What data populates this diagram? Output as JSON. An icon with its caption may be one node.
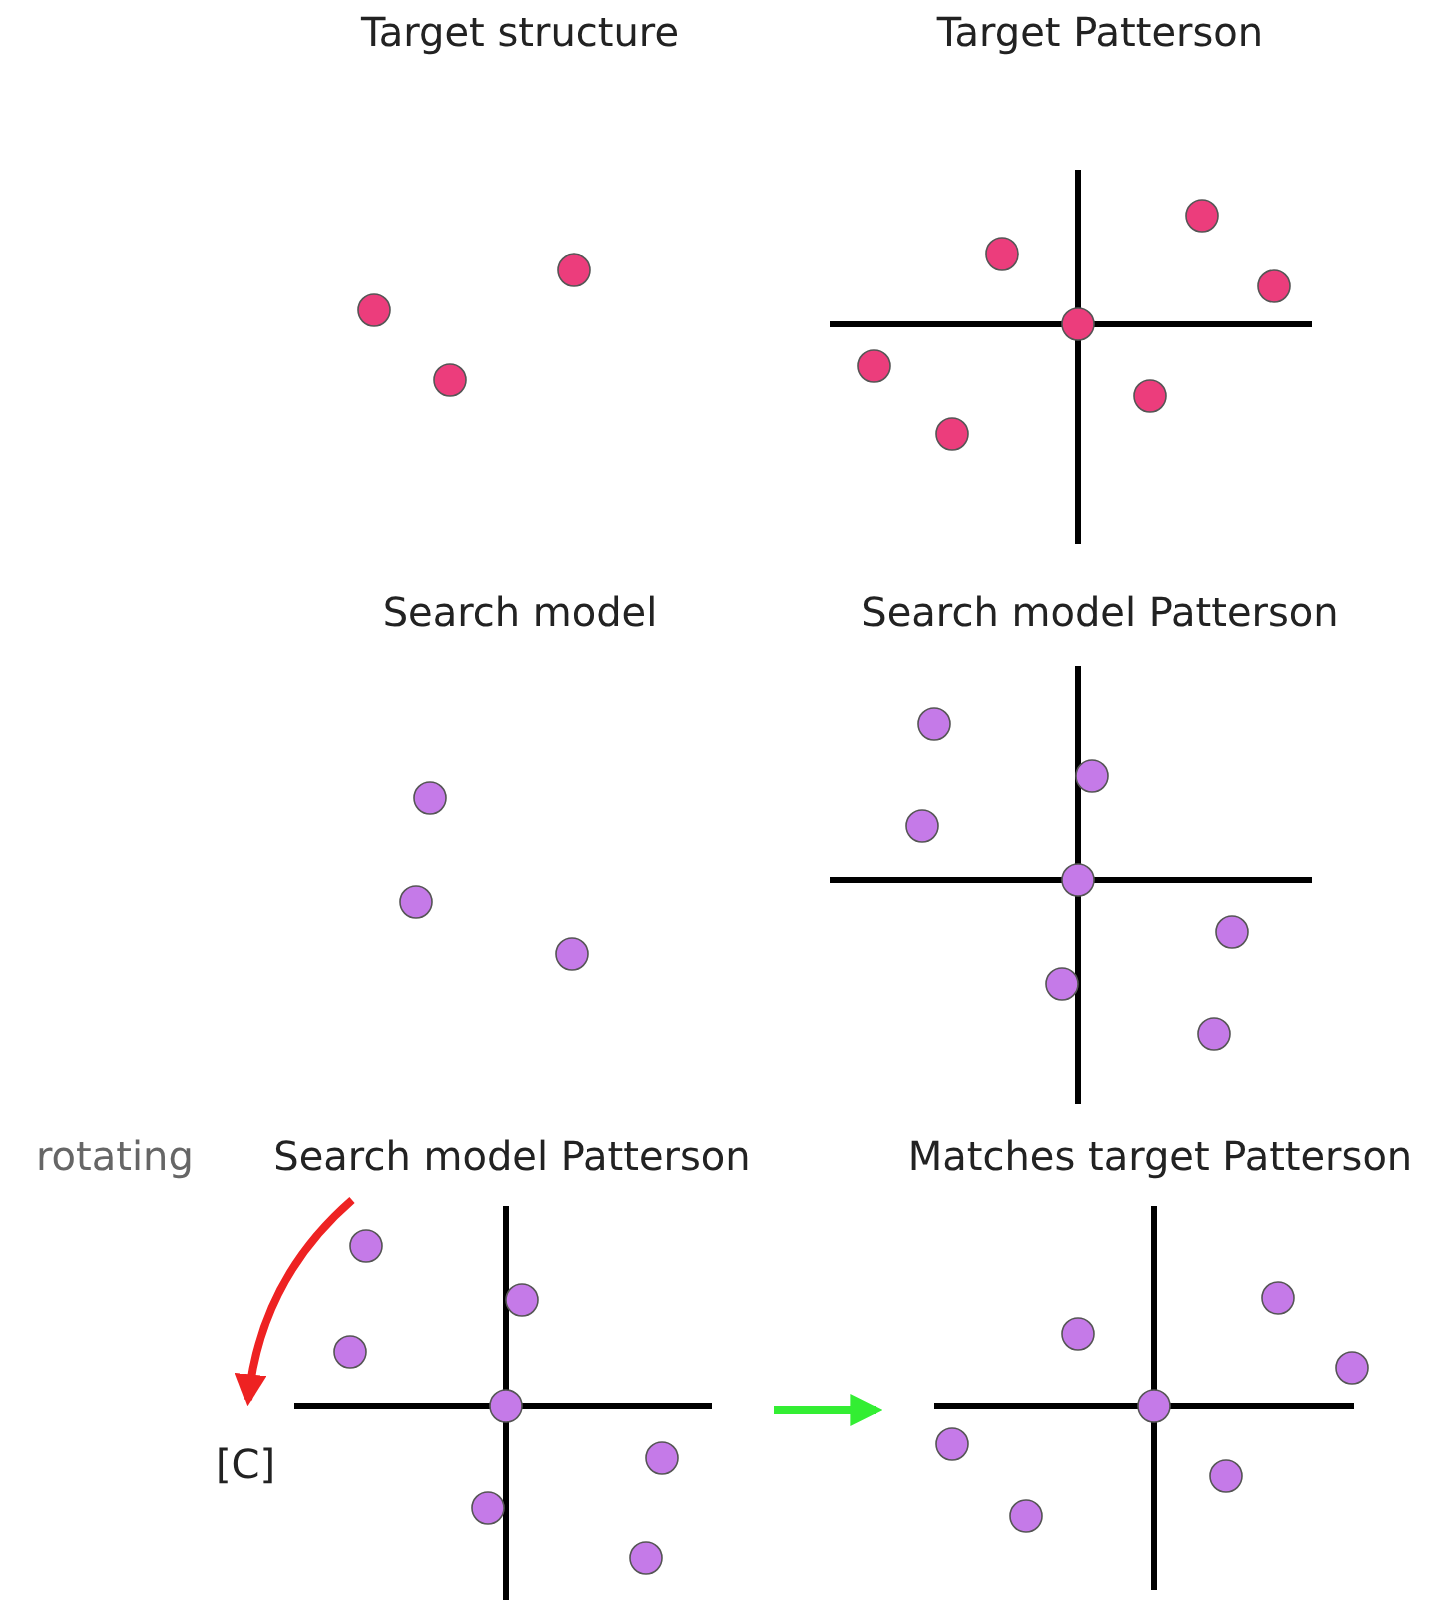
{
  "diagram": {
    "nodes": [
      {
        "text": [
          "Target structure"
        ]
      },
      {
        "text": [
          "Target Patterson"
        ]
      },
      {
        "text": [
          "Search model"
        ]
      },
      {
        "text": [
          "Search model Patterson"
        ]
      },
      {
        "text": [
          "Search model Patterson"
        ]
      },
      {
        "text": [
          "Matches target Patterson"
        ]
      }
    ],
    "edges": [
      {
        "from": 4,
        "to": 5,
        "arrow": "to",
        "color": "#33ee33"
      }
    ],
    "labels": [
      "rotating",
      "[C]"
    ]
  }
}
